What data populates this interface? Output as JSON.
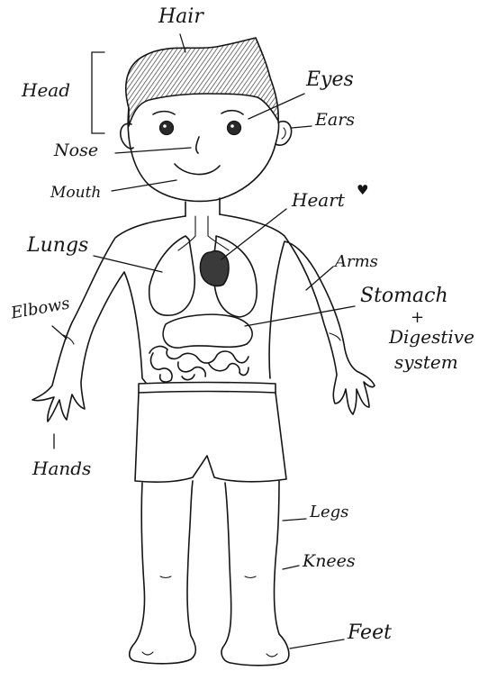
{
  "labels": {
    "hair": "Hair",
    "head": "Head",
    "eyes": "Eyes",
    "ears": "Ears",
    "nose": "Nose",
    "mouth": "Mouth",
    "heart": "Heart",
    "heart_symbol": "♥",
    "lungs": "Lungs",
    "arms": "Arms",
    "elbows": "Elbows",
    "stomach": "Stomach",
    "plus": "+",
    "digestive": "Digestive",
    "system": "system",
    "hands": "Hands",
    "legs": "Legs",
    "knees": "Knees",
    "feet": "Feet"
  },
  "colors": {
    "ink": "#151515",
    "paper": "#ffffff",
    "hair_shading": "#3a3a3a"
  }
}
